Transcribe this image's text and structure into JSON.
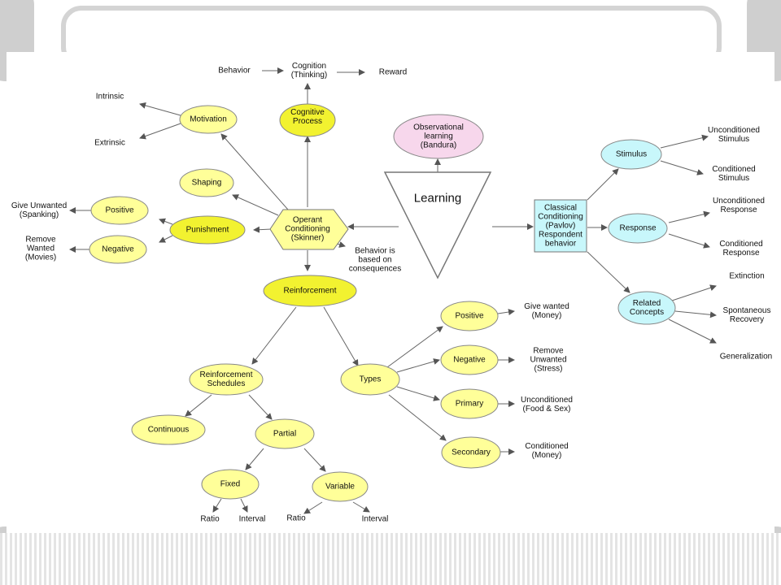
{
  "colors": {
    "yellow_node": "#ffff99",
    "bright_yellow_node": "#f2f230",
    "pink_node": "#f7d7ec",
    "cyan_node": "#c8f7fb",
    "arrow": "#555555",
    "stripe": "#cfcfcf"
  },
  "nodes": {
    "learning": "Learning",
    "observational": "Observational\nlearning\n(Bandura)",
    "operant": "Operant\nConditioning\n(Skinner)",
    "cognitive_process": "Cognitive\nProcess",
    "motivation": "Motivation",
    "shaping": "Shaping",
    "punishment": "Punishment",
    "pun_positive": "Positive",
    "pun_negative": "Negative",
    "reinforcement": "Reinforcement",
    "reinforcement_schedules": "Reinforcement\nSchedules",
    "continuous": "Continuous",
    "partial": "Partial",
    "fixed": "Fixed",
    "variable": "Variable",
    "types": "Types",
    "type_positive": "Positive",
    "type_negative": "Negative",
    "type_primary": "Primary",
    "type_secondary": "Secondary",
    "classical": "Classical\nConditioning\n(Pavlov)\nRespondent\nbehavior",
    "stimulus": "Stimulus",
    "response": "Response",
    "related_concepts": "Related\nConcepts"
  },
  "labels": {
    "behavior": "Behavior",
    "cognition": "Cognition\n(Thinking)",
    "reward": "Reward",
    "intrinsic": "Intrinsic",
    "extrinsic": "Extrinsic",
    "give_unwanted": "Give Unwanted\n(Spanking)",
    "remove_wanted": "Remove\nWanted\n(Movies)",
    "behavior_based": "Behavior is\nbased on\nconsequences",
    "fixed_ratio": "Ratio",
    "fixed_interval": "Interval",
    "variable_ratio": "Ratio",
    "variable_interval": "Interval",
    "give_wanted": "Give wanted\n(Money)",
    "remove_unwanted": "Remove\nUnwanted\n(Stress)",
    "unconditioned_food": "Unconditioned\n(Food & Sex)",
    "conditioned_money": "Conditioned\n(Money)",
    "unconditioned_stimulus": "Unconditioned\nStimulus",
    "conditioned_stimulus": "Conditioned\nStimulus",
    "unconditioned_response": "Unconditioned\nResponse",
    "conditioned_response": "Conditioned\nResponse",
    "extinction": "Extinction",
    "spontaneous_recovery": "Spontaneous\nRecovery",
    "generalization": "Generalization"
  }
}
